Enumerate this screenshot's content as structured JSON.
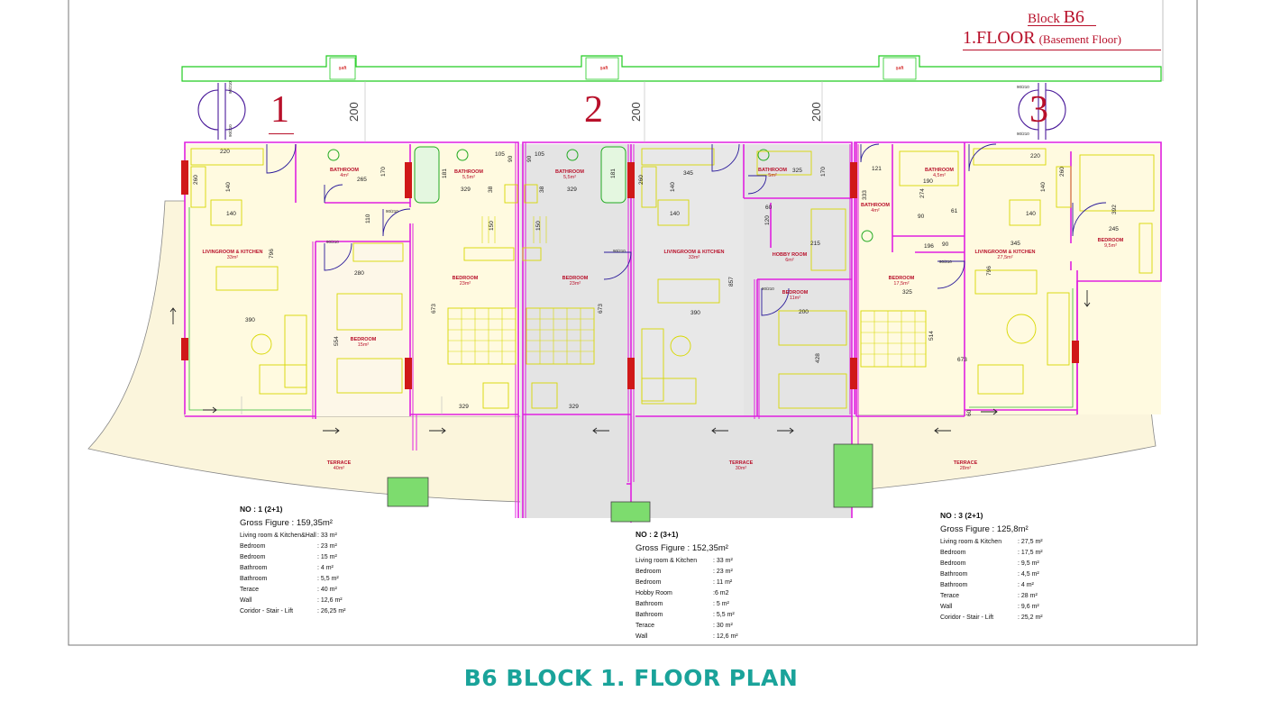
{
  "header": {
    "block_prefix": "Block",
    "block_code": "B6",
    "floor": "1.FLOOR",
    "floor_note": "(Basement Floor)"
  },
  "footer": {
    "title": "B6 BLOCK 1. FLOOR PLAN"
  },
  "unit_numbers": [
    "1",
    "2",
    "3"
  ],
  "shaft_label": "şaft",
  "spacing_dims": [
    "200",
    "200",
    "200"
  ],
  "door_tag": "90/210",
  "rooms": {
    "u1_living": {
      "name": "LIVINGROOM & KITCHEN",
      "area": "33m²"
    },
    "u1_bath1": {
      "name": "BATHROOM",
      "area": "4m²"
    },
    "u1_bath2": {
      "name": "BATHROOM",
      "area": "5,5m²"
    },
    "u1_bed1": {
      "name": "BEDROOM",
      "area": "23m²"
    },
    "u1_bed2": {
      "name": "BEDROOM",
      "area": "15m²"
    },
    "u1_terrace": {
      "name": "TERRACE",
      "area": "40m²"
    },
    "u2_bath1": {
      "name": "BATHROOM",
      "area": "5,5m²"
    },
    "u2_bath2": {
      "name": "BATHROOM",
      "area": "5m²"
    },
    "u2_bed1": {
      "name": "BEDROOM",
      "area": "23m²"
    },
    "u2_living": {
      "name": "LIVINGROOM & KITCHEN",
      "area": "33m²"
    },
    "u2_hobby": {
      "name": "HOBBY ROOM",
      "area": "6m²"
    },
    "u2_bed2": {
      "name": "BEDROOM",
      "area": "11m²"
    },
    "u2_terrace": {
      "name": "TERRACE",
      "area": "30m²"
    },
    "u3_bath1": {
      "name": "BATHROOM",
      "area": "4,5m²"
    },
    "u3_bath2": {
      "name": "BATHROOM",
      "area": "4m²"
    },
    "u3_bed1": {
      "name": "BEDROOM",
      "area": "17,5m²"
    },
    "u3_living": {
      "name": "LIVINGROOM & KITCHEN",
      "area": "27,5m²"
    },
    "u3_bed2": {
      "name": "BEDROOM",
      "area": "9,5m²"
    },
    "u3_terrace": {
      "name": "TERRACE",
      "area": "28m²"
    }
  },
  "dims": {
    "d220a": "220",
    "d260": "260",
    "d140a": "140",
    "d140b": "140",
    "d796a": "796",
    "d390a": "390",
    "d265": "265",
    "d170a": "170",
    "d110": "110",
    "d280": "280",
    "d554": "554",
    "d105a": "105",
    "d90a": "90",
    "d181a": "181",
    "d329a": "329",
    "d38a": "38",
    "d150a": "150",
    "d673a": "673",
    "d329b": "329",
    "d329c": "329",
    "d105b": "105",
    "d90b": "90",
    "d181b": "181",
    "d329d": "329",
    "d38b": "38",
    "d150b": "150",
    "d673b": "673",
    "d329e": "329",
    "d345a": "345",
    "d260b": "260",
    "d140c": "140",
    "d140d": "140",
    "d857": "857",
    "d390b": "390",
    "d325a": "325",
    "d170b": "170",
    "d60": "60",
    "d120": "120",
    "d215": "215",
    "d200": "200",
    "d428": "428",
    "d121": "121",
    "d333": "333",
    "d190": "190",
    "d274": "274",
    "d90c": "90",
    "d61": "61",
    "d196": "196",
    "d90d": "90",
    "d325b": "325",
    "d514": "514",
    "d673c": "673",
    "d60b": "60",
    "d220b": "220",
    "d260c": "260",
    "d140e": "140",
    "d140f": "140",
    "d345b": "345",
    "d796b": "796",
    "d392": "392",
    "d245": "245"
  },
  "units": [
    {
      "title": "NO : 1  (2+1)",
      "gross": "Gross Figure  : 159,35m²",
      "items": [
        {
          "label": "Living room & Kitchen&Hall",
          "value": ": 33  m²"
        },
        {
          "label": "Bedroom",
          "value": ": 23  m²"
        },
        {
          "label": "Bedroom",
          "value": ": 15 m²"
        },
        {
          "label": "Bathroom",
          "value": ": 4  m²"
        },
        {
          "label": "Bathroom",
          "value": ": 5,5 m²"
        },
        {
          "label": "Terace",
          "value": ": 40  m²"
        },
        {
          "label": "Wall",
          "value": ": 12,6 m²"
        },
        {
          "label": "Coridor - Stair - Lift",
          "value": ": 26,25 m²"
        }
      ]
    },
    {
      "title": "NO : 2  (3+1)",
      "gross": "Gross Figure  : 152,35m²",
      "items": [
        {
          "label": "Living room & Kitchen",
          "value": ": 33  m²"
        },
        {
          "label": "Bedroom",
          "value": ": 23  m²"
        },
        {
          "label": "Bedroom",
          "value": ": 11 m²"
        },
        {
          "label": "Hobby Room",
          "value": ":6 m2"
        },
        {
          "label": "Bathroom",
          "value": ": 5  m²"
        },
        {
          "label": "Bathroom",
          "value": ": 5,5 m²"
        },
        {
          "label": "Terace",
          "value": ": 30  m²"
        },
        {
          "label": "Wall",
          "value": ": 12,6 m²"
        }
      ]
    },
    {
      "title": "NO : 3  (2+1)",
      "gross": "Gross Figure  : 125,8m²",
      "items": [
        {
          "label": "Living room & Kitchen",
          "value": ": 27,5  m²"
        },
        {
          "label": "Bedroom",
          "value": ": 17,5  m²"
        },
        {
          "label": "Bedroom",
          "value": ": 9,5 m²"
        },
        {
          "label": "Bathroom",
          "value": ": 4,5  m²"
        },
        {
          "label": "Bathroom",
          "value": ": 4 m²"
        },
        {
          "label": "Terace",
          "value": ": 28  m²"
        },
        {
          "label": "Wall",
          "value": ": 9,6 m²"
        },
        {
          "label": "Coridor - Stair - Lift",
          "value": ": 25,2 m²"
        }
      ]
    }
  ],
  "colors": {
    "wall": "#e020e0",
    "interior": "#fffae0",
    "terrace": "#fbf5dc",
    "unit2_floor": "#e8e8e8",
    "furniture": "#d8d800",
    "window": "#d01818",
    "green": "#7ddc6e",
    "footer": "#1aa39a"
  }
}
